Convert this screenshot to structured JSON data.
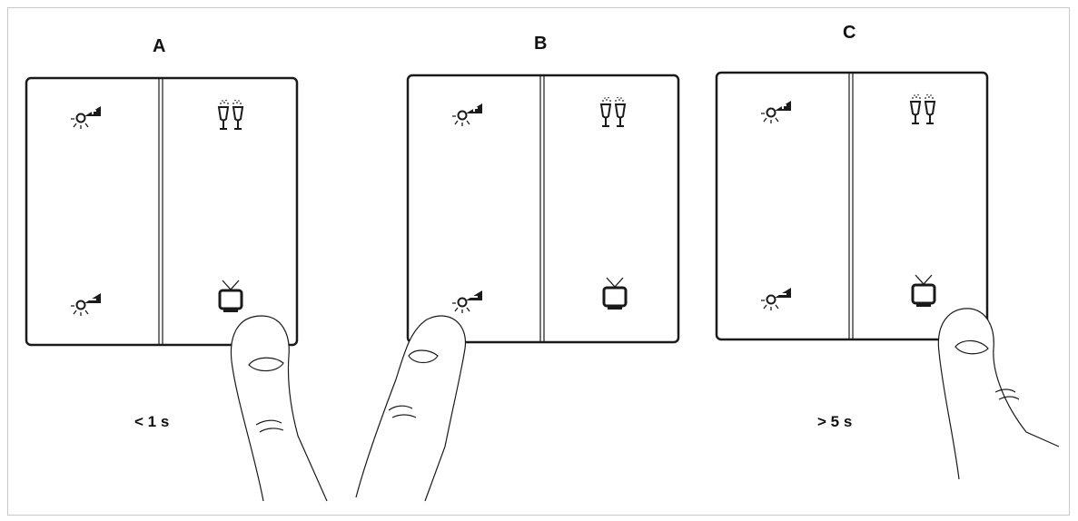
{
  "panels": [
    {
      "label": "A",
      "duration": "< 1 s"
    },
    {
      "label": "B",
      "duration": ""
    },
    {
      "label": "C",
      "duration": "> 5 s"
    }
  ],
  "icons": {
    "top_left": "light-dim-up-icon",
    "bottom_left": "light-dim-down-icon",
    "top_right": "champagne-glasses-icon",
    "bottom_right": "tv-icon"
  },
  "colors": {
    "line": "#1a1a1a",
    "frame": "#c8c8c8"
  }
}
